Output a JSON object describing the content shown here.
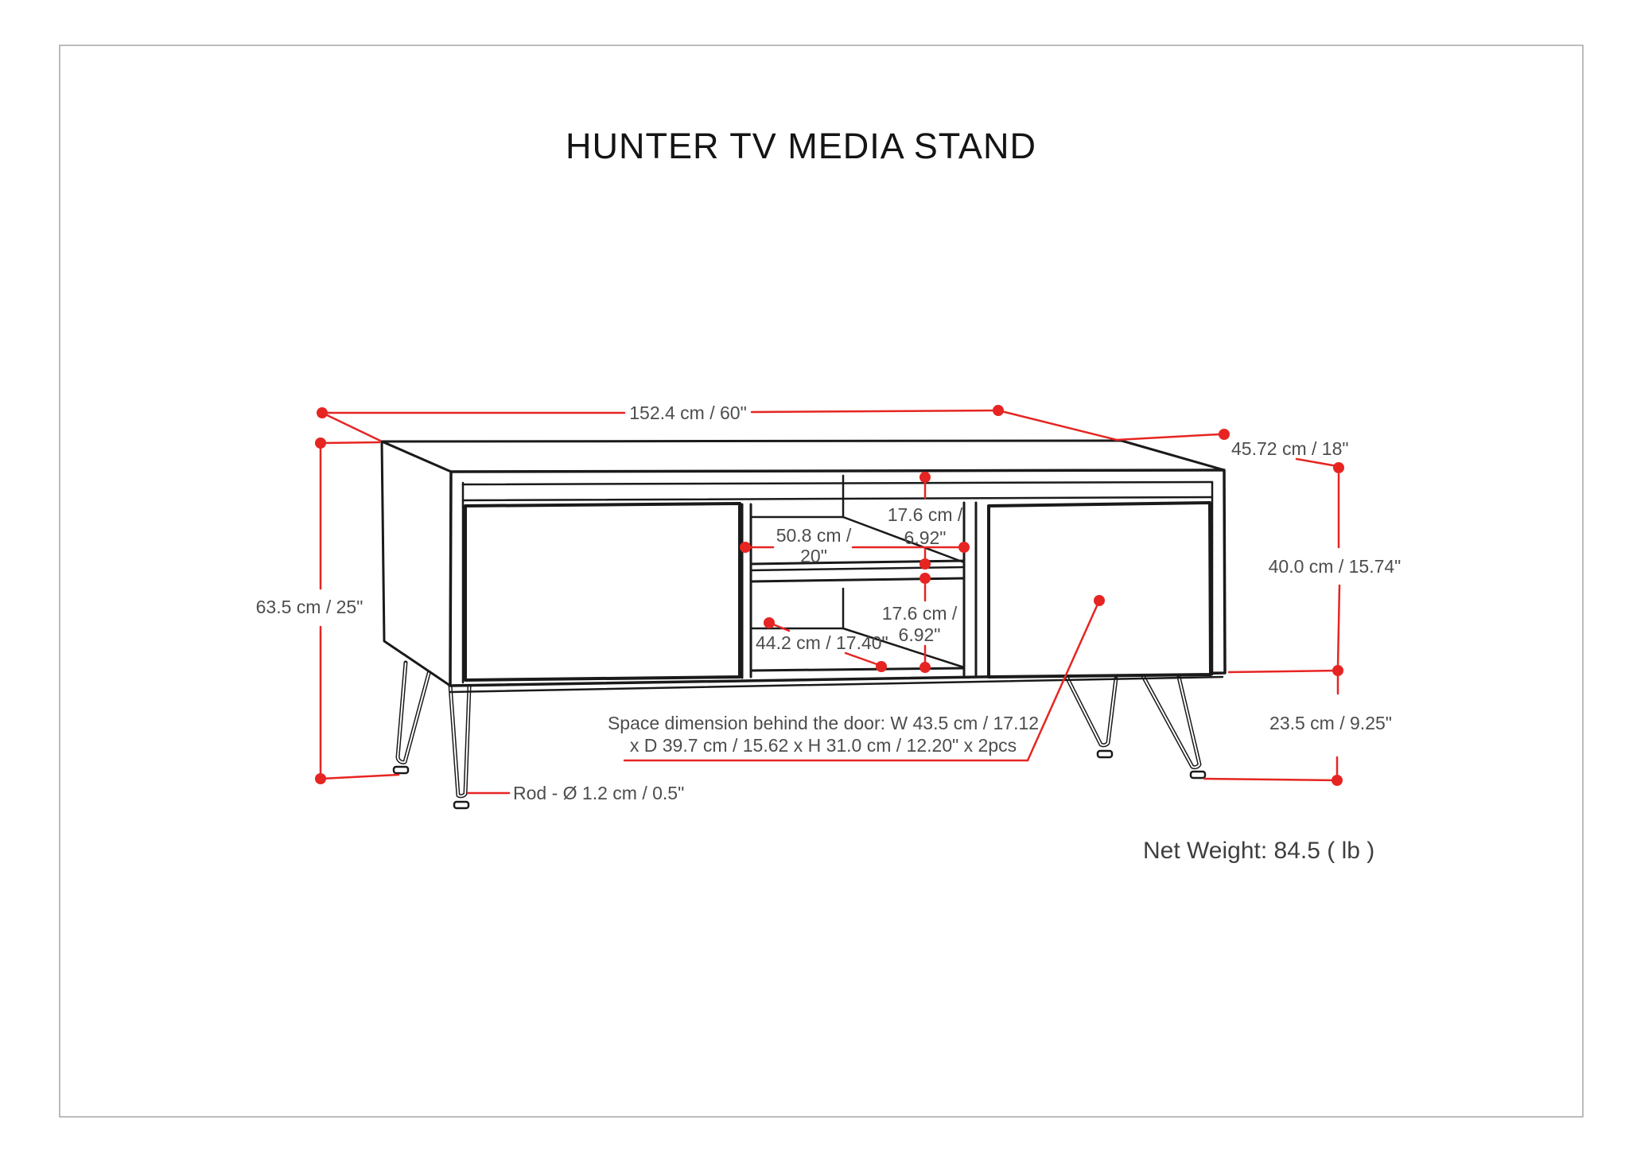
{
  "page": {
    "title": "HUNTER TV MEDIA STAND",
    "net_weight": "Net Weight: 84.5 ( lb )"
  },
  "dimensions": {
    "overall_width": "152.4 cm / 60\"",
    "overall_depth": "45.72 cm / 18\"",
    "overall_height": "63.5 cm / 25\"",
    "cabinet_height": "40.0 cm / 15.74\"",
    "leg_height": "23.5 cm / 9.25\"",
    "upper_shelf_gap_line1": "17.6 cm /",
    "upper_shelf_gap_line2": "6.92\"",
    "lower_shelf_gap_line1": "17.6 cm /",
    "lower_shelf_gap_line2": "6.92\"",
    "middle_width_line1": "50.8 cm /",
    "middle_width_line2": "20\"",
    "shelf_depth": "44.2 cm / 17.40\"",
    "rod_label": "Rod - Ø 1.2 cm / 0.5\"",
    "door_space_line1": "Space dimension behind the door:  W 43.5 cm / 17.12",
    "door_space_line2": "x D 39.7 cm / 15.62 x H 31.0 cm / 12.20\" x 2pcs"
  },
  "colors": {
    "dimension_red": "#e62522",
    "drawing_black": "#1a1a1a",
    "label_gray": "#4d4d4d"
  }
}
